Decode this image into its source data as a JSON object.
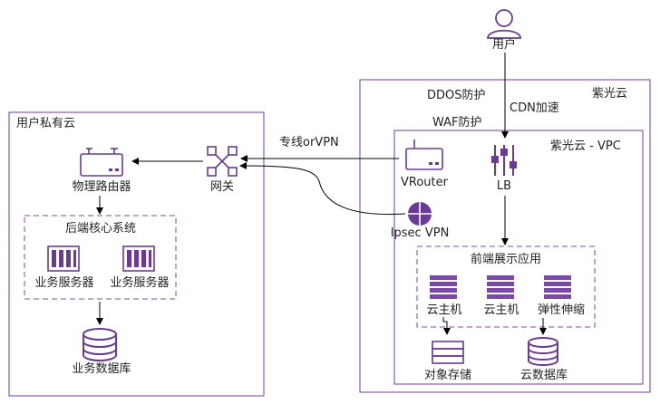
{
  "top_user": {
    "label": "用户"
  },
  "private_cloud": {
    "title": "用户私有云",
    "physical_router": "物理路由器",
    "backend_system": "后端核心系统",
    "business_server_1": "业务服务器",
    "business_server_2": "业务服务器",
    "business_db": "业务数据库"
  },
  "gateway": {
    "label": "网关"
  },
  "link_label": "专线orVPN",
  "public_cloud": {
    "title": "紫光云",
    "ddos": "DDOS防护",
    "cdn": "CDN加速",
    "waf": "WAF防护"
  },
  "vpc": {
    "title": "紫光云 - VPC",
    "vrouter": "VRouter",
    "lb": "LB",
    "ipsec": "Ipsec VPN",
    "frontend": {
      "title": "前端展示应用",
      "host_1": "云主机",
      "host_2": "云主机",
      "autoscale": "弹性伸缩"
    },
    "object_storage": "对象存储",
    "cloud_db": "云数据库"
  },
  "colors": {
    "accent": "#7b3fa6",
    "line": "#000000"
  }
}
